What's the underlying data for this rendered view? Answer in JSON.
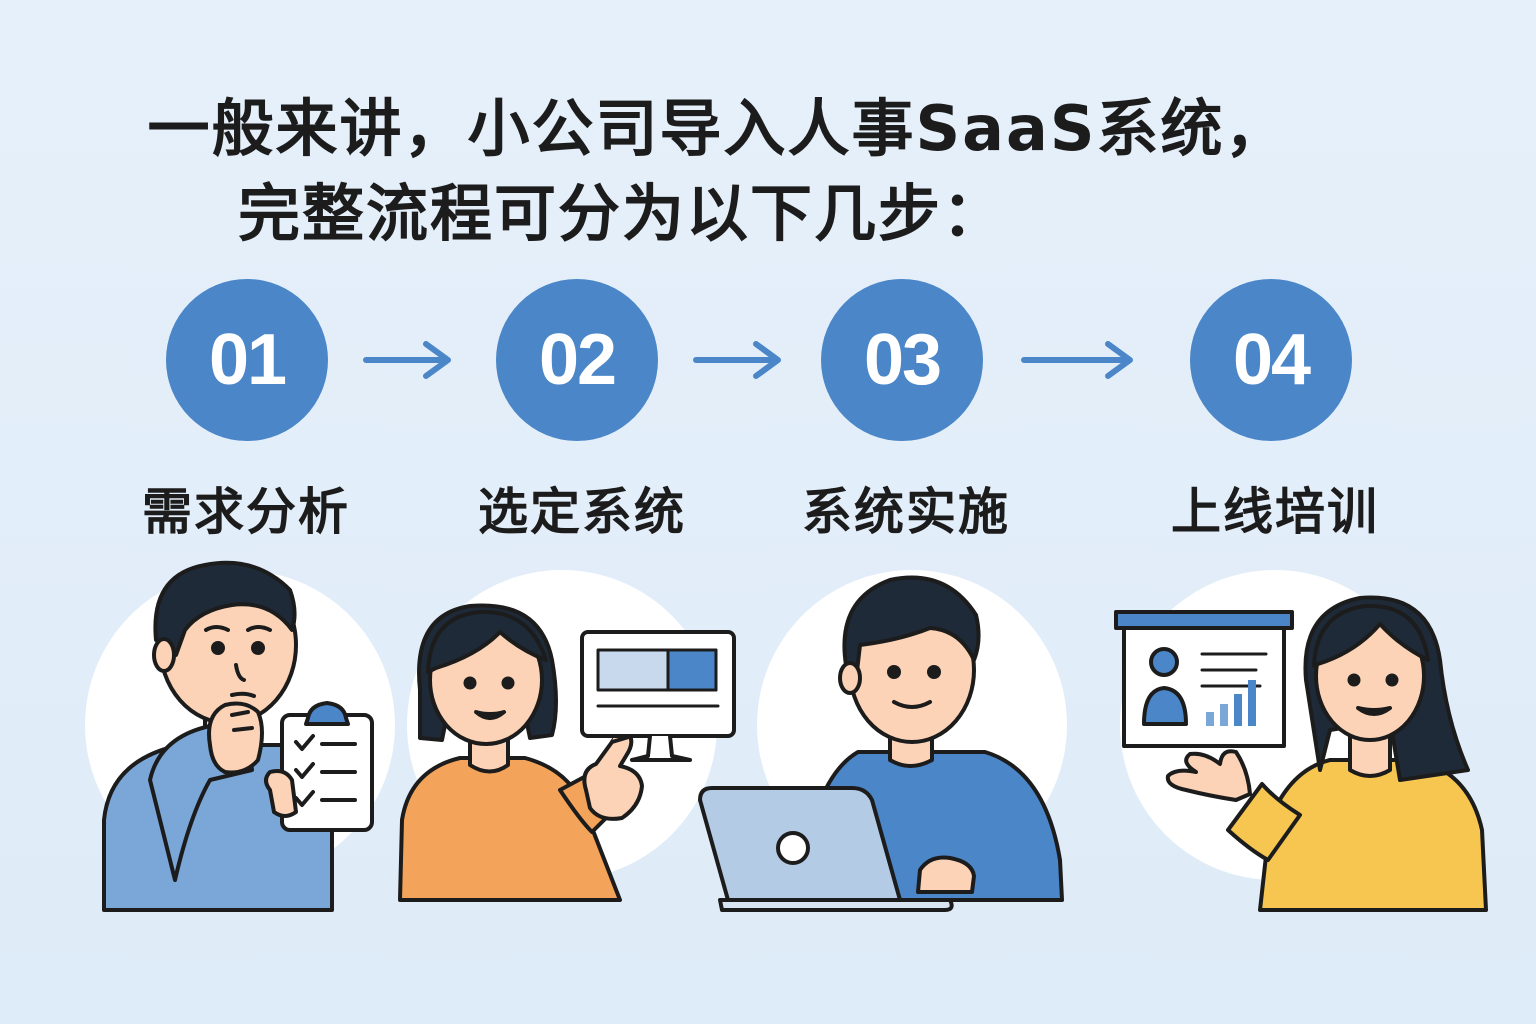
{
  "title": {
    "line1": "一般来讲，小公司导入人事SaaS系统，",
    "line2": "完整流程可分为以下几步："
  },
  "steps": [
    {
      "number": "01",
      "label": "需求分析"
    },
    {
      "number": "02",
      "label": "选定系统"
    },
    {
      "number": "03",
      "label": "系统实施"
    },
    {
      "number": "04",
      "label": "上线培训"
    }
  ],
  "colors": {
    "circle": "#4a86c8",
    "arrow": "#4a86c8",
    "shirt_blue_light": "#7aa6d8",
    "shirt_orange": "#f4a45a",
    "shirt_blue": "#4a86c8",
    "shirt_yellow": "#f6c650"
  },
  "icons": [
    "clipboard-icon",
    "monitor-icon",
    "laptop-icon",
    "presentation-board-icon"
  ]
}
